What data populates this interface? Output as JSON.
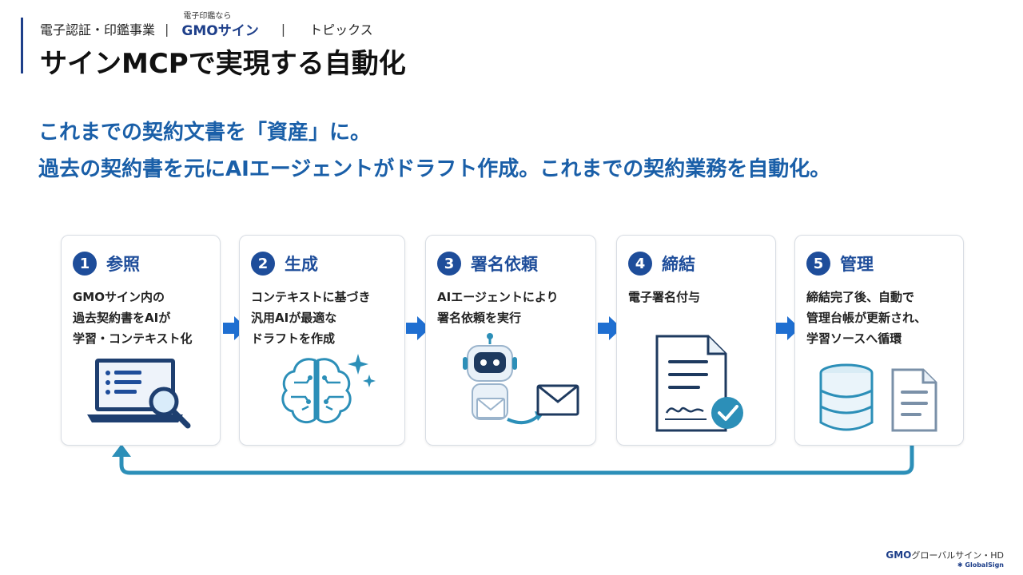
{
  "header": {
    "breadcrumb_left": "電子認証・印鑑事業",
    "brand_small": "電子印鑑なら",
    "brand_logo_gmo": "GMO",
    "brand_logo_sign": "サイン",
    "topic": "トピックス",
    "title": "サインMCPで実現する自動化"
  },
  "lead": {
    "line1": "これまでの契約文書を「資産」に。",
    "line2": "過去の契約書を元にAIエージェントがドラフト作成。これまでの契約業務を自動化。"
  },
  "steps": [
    {
      "num": "1",
      "title": "参照",
      "lines": [
        "GMOサイン内の",
        "過去契約書をAIが",
        "学習・コンテキスト化"
      ],
      "icon": "laptop-search-icon"
    },
    {
      "num": "2",
      "title": "生成",
      "lines": [
        "コンテキストに基づき",
        "汎用AIが最適な",
        "ドラフトを作成"
      ],
      "icon": "brain-sparkle-icon"
    },
    {
      "num": "3",
      "title": "署名依頼",
      "lines": [
        "AIエージェントにより",
        "署名依頼を実行"
      ],
      "icon": "robot-mail-icon"
    },
    {
      "num": "4",
      "title": "締結",
      "lines": [
        "電子署名付与"
      ],
      "icon": "signed-document-icon"
    },
    {
      "num": "5",
      "title": "管理",
      "lines": [
        "締結完了後、自動で",
        "管理台帳が更新され、",
        "学習ソースへ循環"
      ],
      "icon": "database-document-icon"
    }
  ],
  "footer": {
    "logo_gmo": "GMO",
    "logo_text": "グローバルサイン・HD",
    "logo_sub": "GlobalSign"
  },
  "colors": {
    "accent": "#1a5fa8",
    "navy": "#1e4d9a",
    "arrow": "#1f6fd1",
    "loop": "#2c8fb8"
  }
}
